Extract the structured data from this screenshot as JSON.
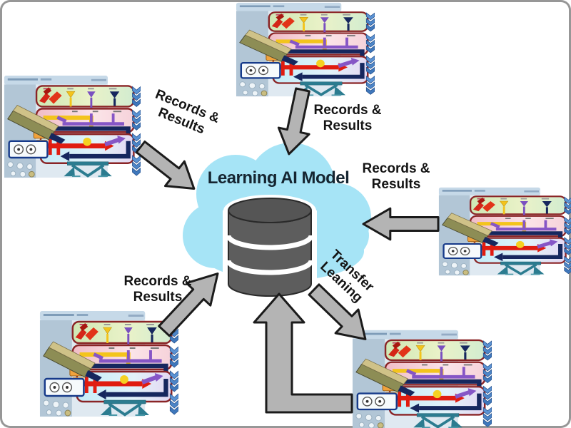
{
  "diagram": {
    "center_node": {
      "label": "Learning AI Model",
      "shape": "cloud",
      "icon": "database-cylinder-icon"
    },
    "edges": {
      "top_left": {
        "line1": "Records &",
        "line2": "Results"
      },
      "top": {
        "line1": "Records &",
        "line2": "Results"
      },
      "right": {
        "line1": "Records &",
        "line2": "Results"
      },
      "bottom_left": {
        "line1": "Records &",
        "line2": "Results"
      },
      "transfer": {
        "line1": "Transfer",
        "line2": "Leaning"
      }
    },
    "nodes": {
      "screenshot_positions": [
        "top-left",
        "top",
        "right",
        "bottom-left",
        "bottom-right"
      ]
    },
    "colors": {
      "cloud_fill": "#a6e4f6",
      "database_gray": "#5d5d5d",
      "arrow_fill": "#b4b4b4",
      "arrow_outline": "#1b1b1b",
      "label_text": "#141414",
      "center_label_text": "#152531",
      "band_border_red": "#8a2426",
      "chevron_blue": "#5b93d4"
    }
  }
}
